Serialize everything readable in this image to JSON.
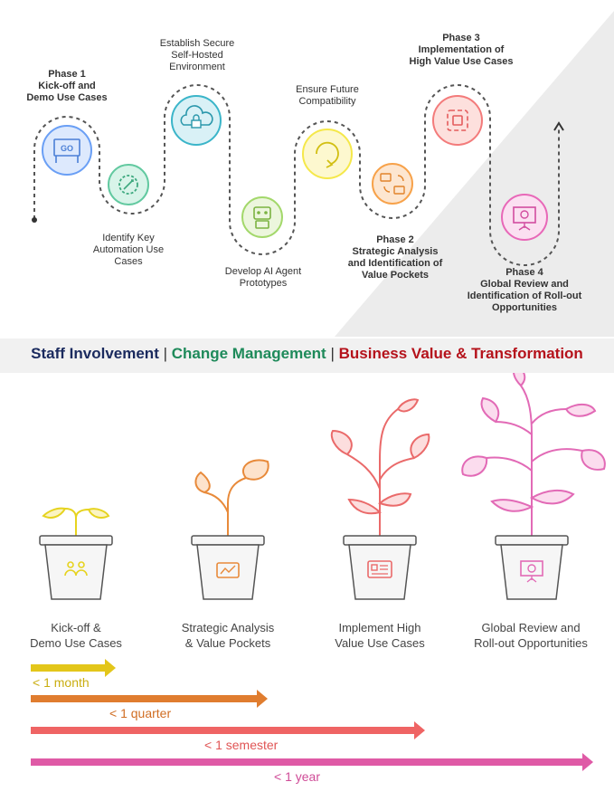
{
  "phases": [
    {
      "title": "Phase 1",
      "subtitle": "Kick-off and",
      "subtitle2": "Demo Use Cases",
      "color": "#6a9ff5"
    },
    {
      "title": "Phase 2",
      "subtitle": "Strategic Analysis",
      "subtitle2": "and Identification of",
      "subtitle3": "Value Pockets",
      "color": "#f7a24a"
    },
    {
      "title": "Phase 3",
      "subtitle": "Implementation of",
      "subtitle2": "High Value Use Cases",
      "color": "#f37b7b"
    },
    {
      "title": "Phase 4",
      "subtitle": "Global Review and",
      "subtitle2": "Identification of Roll-out",
      "subtitle3": "Opportunities",
      "color": "#e868b8"
    }
  ],
  "steps": [
    {
      "line1": "Identify Key",
      "line2": "Automation Use",
      "line3": "Cases",
      "color": "#62c9a0",
      "icon": "gear-pen-icon"
    },
    {
      "line1": "Establish Secure",
      "line2": "Self-Hosted",
      "line3": "Environment",
      "color": "#3bb5c9",
      "icon": "cloud-lock-icon"
    },
    {
      "line1": "Develop AI Agent",
      "line2": "Prototypes",
      "color": "#a3d86b",
      "icon": "robot-icon"
    },
    {
      "line1": "Ensure Future",
      "line2": "Compatibility",
      "color": "#f5e84a",
      "icon": "refresh-icon"
    }
  ],
  "go_text": "GO",
  "banner": {
    "part1": "Staff Involvement",
    "sep": "|",
    "part2": "Change Management",
    "part3": "Business Value & Transformation",
    "color1": "#1a2a5e",
    "color2": "#1e8a5a",
    "color3": "#b5121b"
  },
  "plants": [
    {
      "line1": "Kick-off &",
      "line2": "Demo Use Cases",
      "color": "#e6d31f"
    },
    {
      "line1": "Strategic Analysis",
      "line2": "& Value Pockets",
      "color": "#e88a3a"
    },
    {
      "line1": "Implement High",
      "line2": "Value Use Cases",
      "color": "#ea6a6a"
    },
    {
      "line1": "Global Review and",
      "line2": "Roll-out Opportunities",
      "color": "#e26ab6"
    }
  ],
  "timeline": [
    {
      "label": "< 1 month",
      "color": "#e3c61a"
    },
    {
      "label": "< 1 quarter",
      "color": "#e07d2f"
    },
    {
      "label": "< 1 semester",
      "color": "#ef6464"
    },
    {
      "label": "< 1 year",
      "color": "#df5aa6"
    }
  ]
}
